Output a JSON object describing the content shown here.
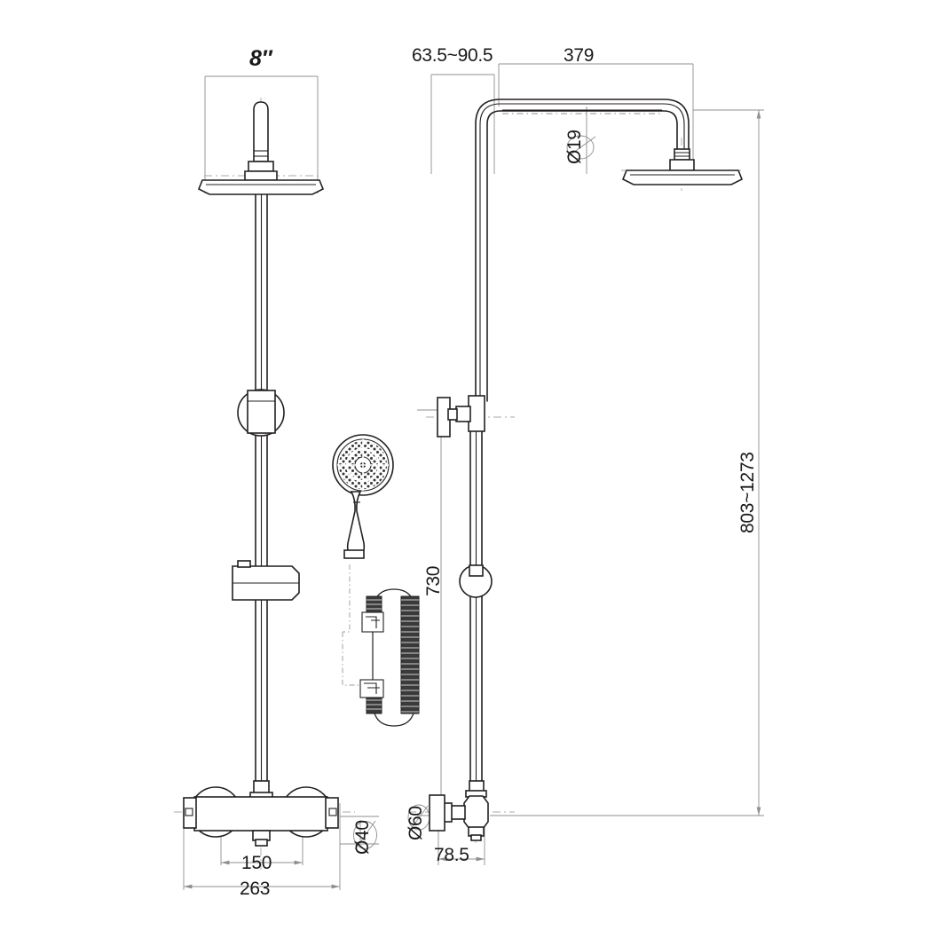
{
  "drawing": {
    "title": "Shower Column Dimensional Drawing",
    "views": [
      {
        "name": "front-view",
        "label": ""
      },
      {
        "name": "side-view",
        "label": ""
      }
    ],
    "line_color": "#231f20",
    "dim_line_color": "#9a9a9a",
    "center_line_color": "#b0b0b0",
    "background": "#ffffff"
  },
  "dimensions": {
    "head_width": "8″",
    "wall_offset_range": "63.5~90.5",
    "arm_reach": "379",
    "arm_diameter": "Ø19",
    "overall_height_range": "803~1273",
    "riser_height": "730",
    "valve_escutcheon_diameter": "Ø60",
    "valve_depth": "78.5",
    "outlet_spacing": "150",
    "valve_body_width": "263",
    "outlet_diameter": "Ø40"
  },
  "components": {
    "overhead_shower_head": "overhead-shower-head",
    "riser_rail": "riser-rail",
    "slider_diverter": "slider-diverter",
    "handset_holder": "handset-holder",
    "handheld_shower": "handheld-shower",
    "flexible_hose": "flexible-hose",
    "thermostatic_mixer_bar": "thermostatic-mixer-bar",
    "wall_bracket": "wall-bracket",
    "shower_arm": "shower-arm"
  }
}
